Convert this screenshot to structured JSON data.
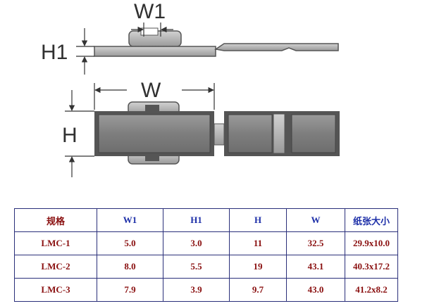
{
  "diagram": {
    "labels": {
      "w1": "W1",
      "h1": "H1",
      "w": "W",
      "h": "H"
    }
  },
  "table": {
    "headers": [
      "规格",
      "W1",
      "H1",
      "H",
      "W",
      "纸张大小"
    ],
    "rows": [
      [
        "LMC-1",
        "5.0",
        "3.0",
        "11",
        "32.5",
        "29.9x10.0"
      ],
      [
        "LMC-2",
        "8.0",
        "5.5",
        "19",
        "43.1",
        "40.3x17.2"
      ],
      [
        "LMC-3",
        "7.9",
        "3.9",
        "9.7",
        "43.0",
        "41.2x8.2"
      ]
    ]
  },
  "colors": {
    "header_text": "#1d2fa8",
    "cell_text": "#8a1010",
    "border": "#2a2f7a"
  }
}
